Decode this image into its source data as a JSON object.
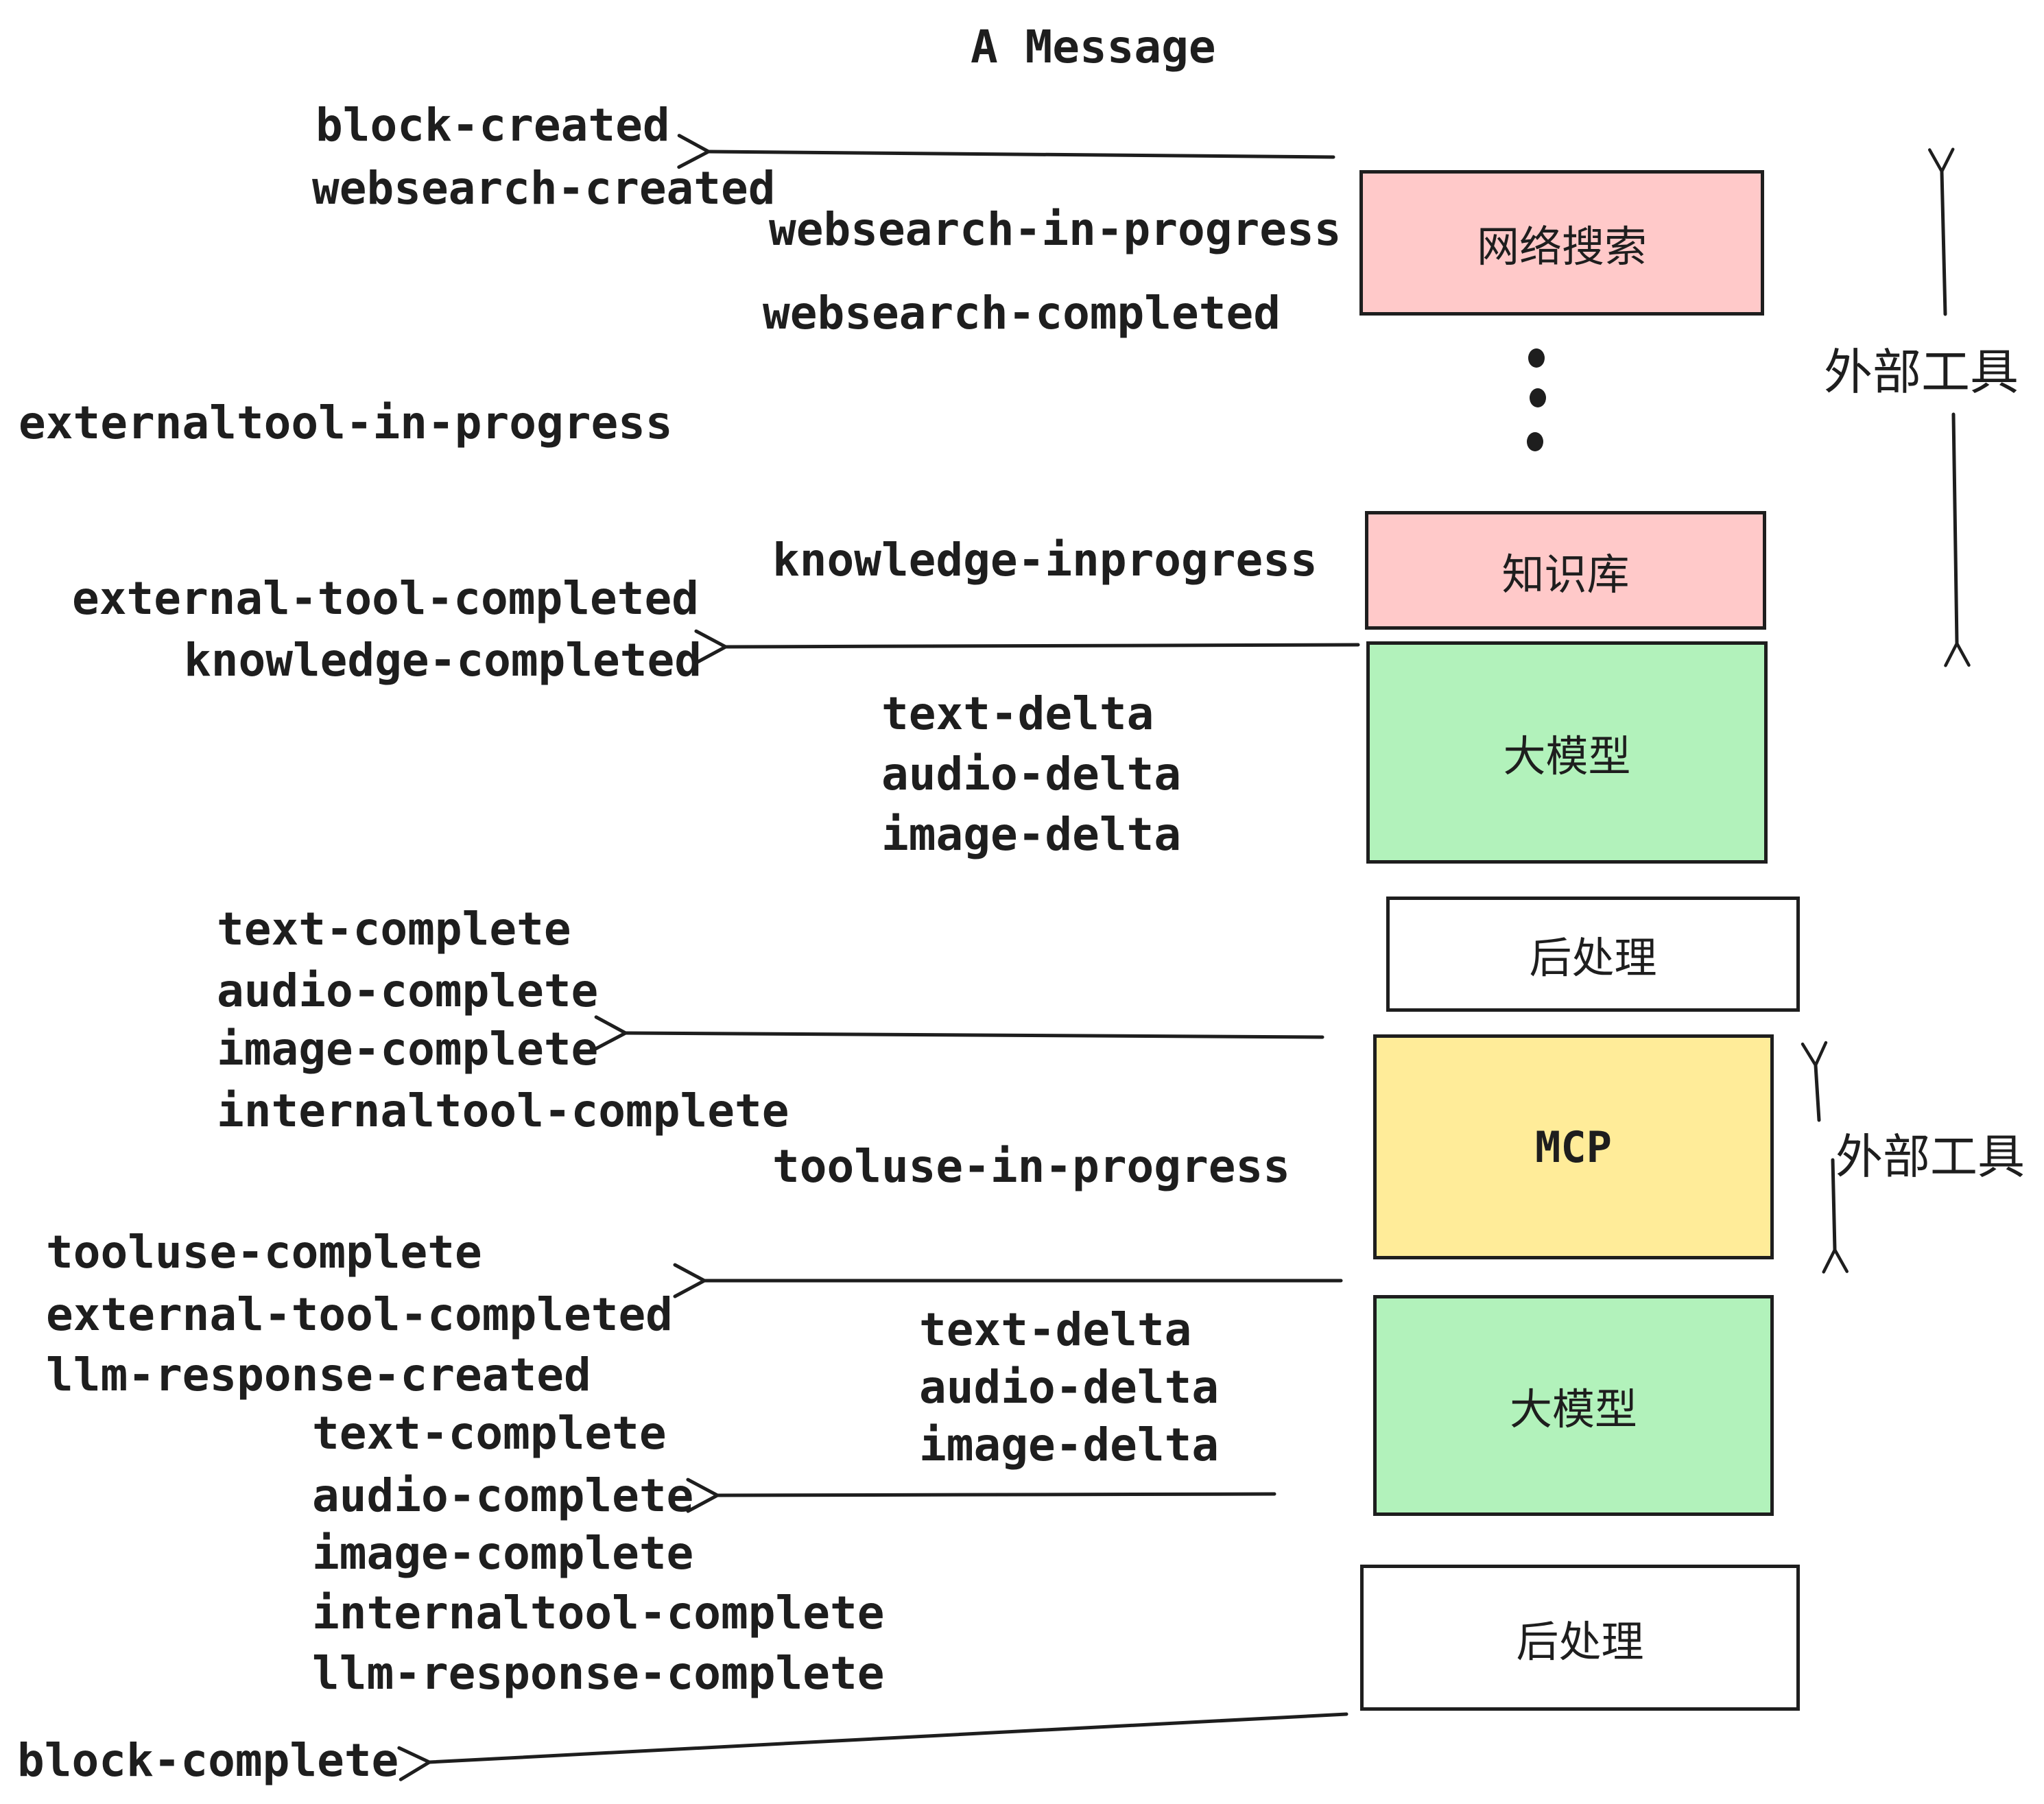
{
  "title": "A Message",
  "colors": {
    "pink": "#ffc9c9",
    "green": "#b2f2bb",
    "yellow": "#ffec99",
    "white": "#ffffff",
    "ink": "#1e1e1e"
  },
  "boxes": [
    {
      "id": "websearch",
      "label": "网络搜索",
      "fill": "pink"
    },
    {
      "id": "knowledge",
      "label": "知识库",
      "fill": "pink"
    },
    {
      "id": "llm-1",
      "label": "大模型",
      "fill": "green"
    },
    {
      "id": "postprocess-1",
      "label": "后处理",
      "fill": "white"
    },
    {
      "id": "mcp",
      "label": "MCP",
      "fill": "yellow"
    },
    {
      "id": "llm-2",
      "label": "大模型",
      "fill": "green"
    },
    {
      "id": "postprocess-2",
      "label": "后处理",
      "fill": "white"
    }
  ],
  "side_labels": {
    "external_tools_top": "外部工具",
    "external_tools_mcp": "外部工具"
  },
  "event_labels": [
    {
      "id": "block-created",
      "text": "block-created"
    },
    {
      "id": "websearch-created",
      "text": "websearch-created"
    },
    {
      "id": "websearch-in-progress",
      "text": "websearch-in-progress"
    },
    {
      "id": "websearch-completed",
      "text": "websearch-completed"
    },
    {
      "id": "externaltool-in-progress",
      "text": "externaltool-in-progress"
    },
    {
      "id": "knowledge-inprogress",
      "text": "knowledge-inprogress"
    },
    {
      "id": "external-tool-completed",
      "text": "external-tool-completed"
    },
    {
      "id": "knowledge-completed",
      "text": "knowledge-completed"
    },
    {
      "id": "text-delta",
      "text": "text-delta"
    },
    {
      "id": "audio-delta",
      "text": "audio-delta"
    },
    {
      "id": "image-delta",
      "text": "image-delta"
    },
    {
      "id": "text-complete",
      "text": "text-complete"
    },
    {
      "id": "audio-complete",
      "text": "audio-complete"
    },
    {
      "id": "image-complete",
      "text": "image-complete"
    },
    {
      "id": "internaltool-complete",
      "text": "internaltool-complete"
    },
    {
      "id": "tooluse-in-progress",
      "text": "tooluse-in-progress"
    },
    {
      "id": "tooluse-complete",
      "text": "tooluse-complete"
    },
    {
      "id": "external-tool-completed-2",
      "text": "external-tool-completed"
    },
    {
      "id": "llm-response-created",
      "text": "llm-response-created"
    },
    {
      "id": "text-delta-2",
      "text": "text-delta"
    },
    {
      "id": "audio-delta-2",
      "text": "audio-delta"
    },
    {
      "id": "image-delta-2",
      "text": "image-delta"
    },
    {
      "id": "text-complete-2",
      "text": "text-complete"
    },
    {
      "id": "audio-complete-2",
      "text": "audio-complete"
    },
    {
      "id": "image-complete-2",
      "text": "image-complete"
    },
    {
      "id": "internaltool-complete-2",
      "text": "internaltool-complete"
    },
    {
      "id": "llm-response-complete",
      "text": "llm-response-complete"
    },
    {
      "id": "block-complete",
      "text": "block-complete"
    }
  ]
}
